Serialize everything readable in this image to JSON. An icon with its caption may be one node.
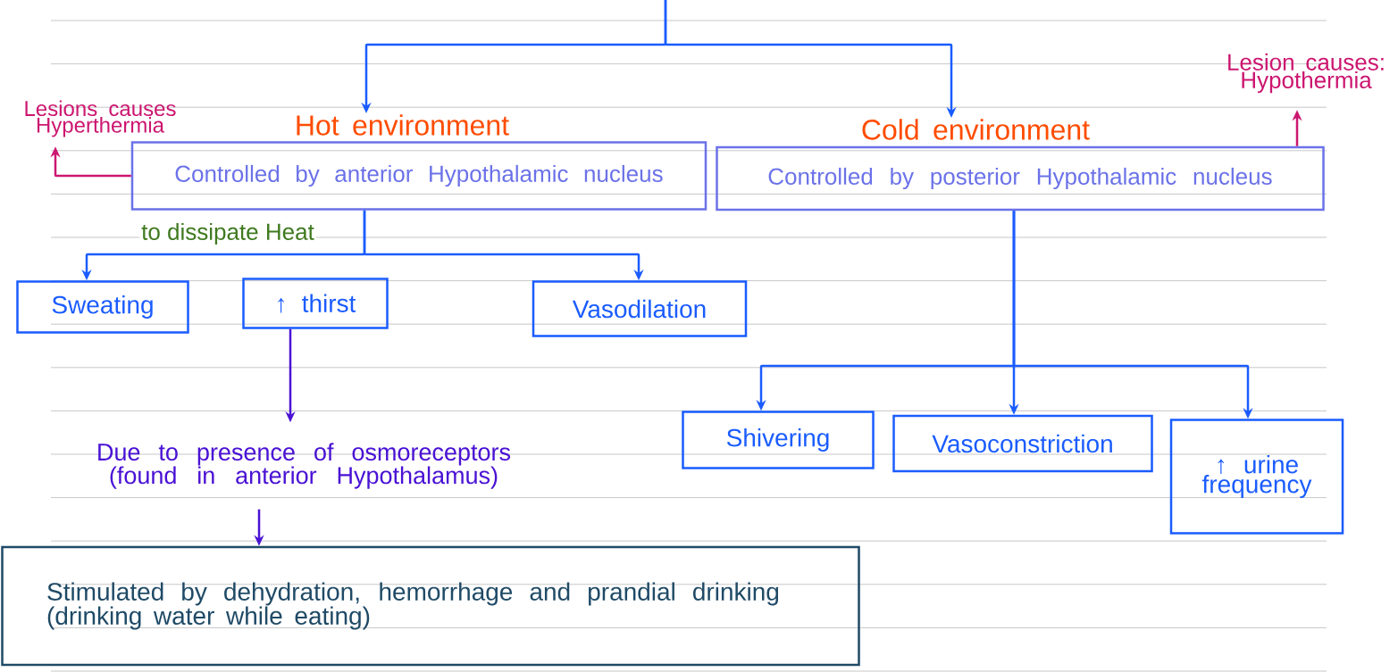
{
  "diagram": {
    "nodes": [
      {
        "text": [
          "Hot environment",
          "Controlled by anterior Hypothalamic nucleus"
        ]
      },
      {
        "text": [
          "Cold environment",
          "Controlled by posterior Hypothalamic nucleus"
        ]
      },
      {
        "text": [
          "Sweating"
        ]
      },
      {
        "text": [
          "↑ thirst"
        ]
      },
      {
        "text": [
          "Vasodilation"
        ]
      },
      {
        "text": [
          "Due to presence of osmoreceptors",
          "(found in anterior Hypothalamus)"
        ]
      },
      {
        "text": [
          "Stimulated by dehydration, hemorrhage and prandial drinking (drinking water while eating)"
        ]
      },
      {
        "text": [
          "Shivering"
        ]
      },
      {
        "text": [
          "Vasoconstriction"
        ]
      },
      {
        "text": [
          "↑ urine frequency"
        ]
      },
      {
        "text": [
          "Lesions causes Hyperthermia"
        ]
      },
      {
        "text": [
          "Lesion causes: Hypothermia"
        ]
      }
    ],
    "edges": [
      {
        "from": null,
        "to": 0,
        "arrow": "to"
      },
      {
        "from": null,
        "to": 1,
        "arrow": "to"
      },
      {
        "from": 0,
        "to": 2,
        "arrow": "to",
        "label": "to dissipate Heat"
      },
      {
        "from": 0,
        "to": 4,
        "arrow": "to"
      },
      {
        "from": 3,
        "to": 5,
        "arrow": "to",
        "color": "#4a12d4"
      },
      {
        "from": 5,
        "to": 6,
        "arrow": "to",
        "color": "#4a12d4"
      },
      {
        "from": 1,
        "to": 7,
        "arrow": "to"
      },
      {
        "from": 1,
        "to": 8,
        "arrow": "to"
      },
      {
        "from": 1,
        "to": 9,
        "arrow": "to"
      },
      {
        "from": 0,
        "to": 10,
        "arrow": "to",
        "color": "#cc1670"
      },
      {
        "from": 1,
        "to": 11,
        "arrow": "to",
        "color": "#cc1670"
      }
    ]
  }
}
